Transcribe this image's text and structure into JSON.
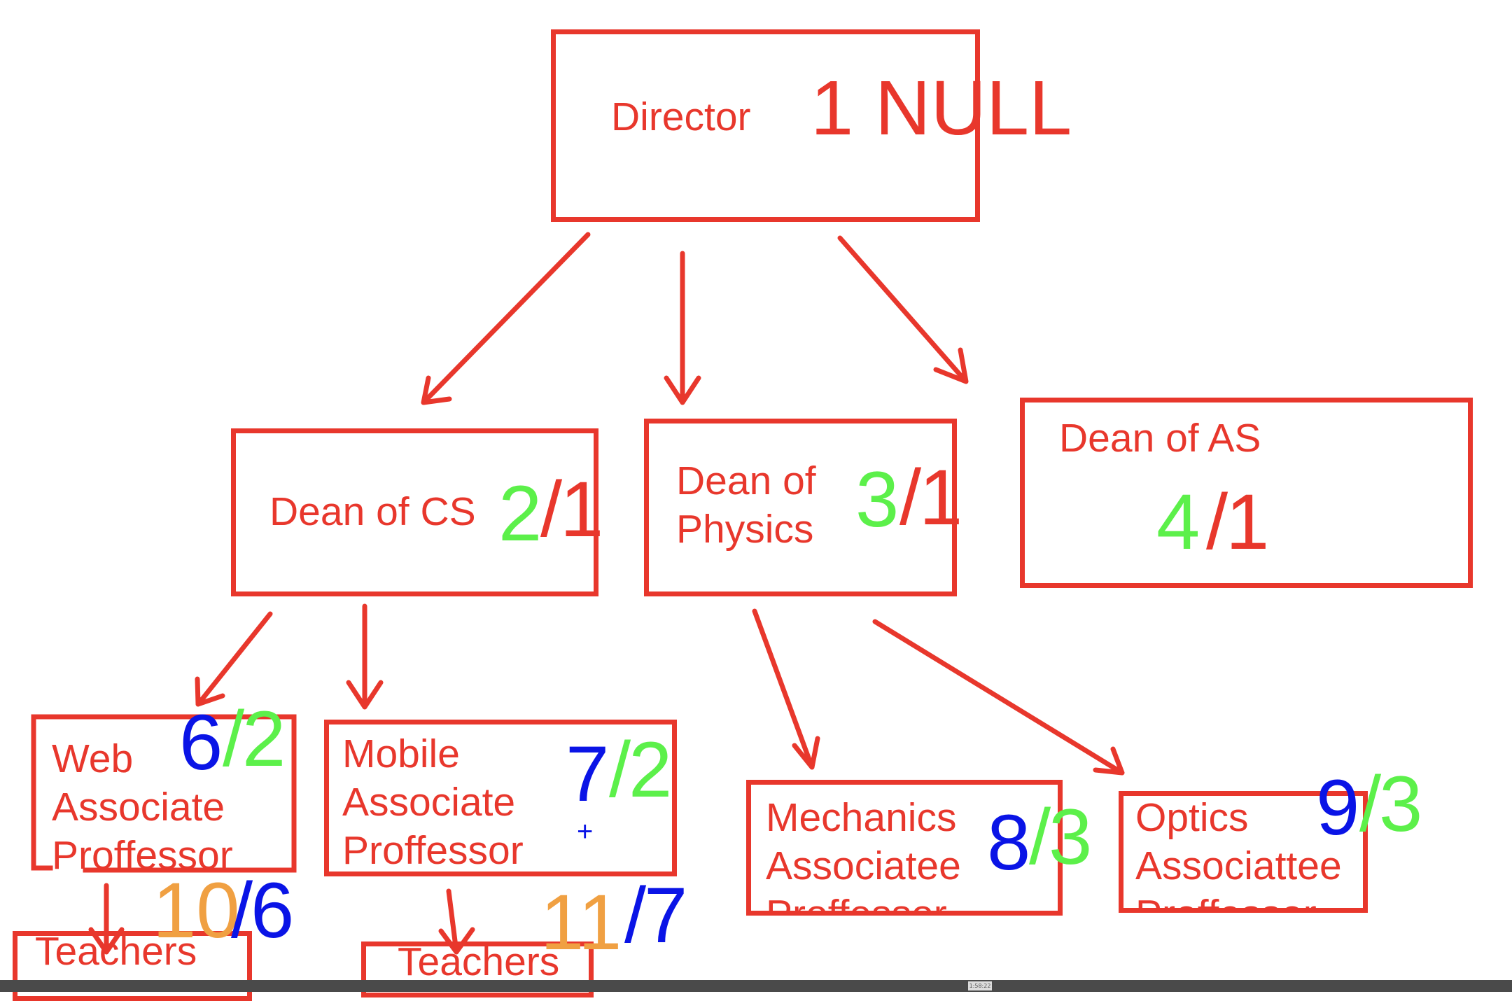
{
  "colors": {
    "box": "#e8372c",
    "label": "#e8372c",
    "id_green": "#5cf04a",
    "id_blue": "#0a14e6",
    "id_orange": "#f0a042",
    "parent_red": "#e8372c",
    "bar": "#4a4a4a"
  },
  "director": {
    "label": "Director",
    "id": "1",
    "parent": "NULL"
  },
  "dean_cs": {
    "label": "Dean of CS",
    "id": "2",
    "slash": "/",
    "parent": "1"
  },
  "dean_physics": {
    "label_line1": "Dean of",
    "label_line2": "Physics",
    "id": "3",
    "slash": "/",
    "parent": "1"
  },
  "dean_as": {
    "label": "Dean of AS",
    "id": "4",
    "slash": "/",
    "parent": "1"
  },
  "web_prof": {
    "line1": "Web",
    "line2": "Associate",
    "line3": "Proffessor",
    "id": "6",
    "slash": "/",
    "parent": "2"
  },
  "mobile_prof": {
    "line1": "Mobile",
    "line2": "Associate",
    "line3": "Proffessor",
    "id": "7",
    "slash": "/",
    "parent": "2",
    "plus": "+"
  },
  "mechanics_prof": {
    "line1": "Mechanics",
    "line2": "Associatee",
    "line3": "Proffessor",
    "id": "8",
    "slash": "/",
    "parent": "3"
  },
  "optics_prof": {
    "line1": "Optics",
    "line2": "Associattee",
    "line3": "Proffessor",
    "id": "9",
    "slash": "/",
    "parent": "3"
  },
  "teachers_web": {
    "label": "Teachers",
    "id": "10",
    "slash": "/",
    "parent": "6"
  },
  "teachers_mobile": {
    "label": "Teachers",
    "id": "11",
    "slash": "/",
    "parent": "7"
  },
  "status_bar": {
    "knob_text": "1:58:22"
  }
}
